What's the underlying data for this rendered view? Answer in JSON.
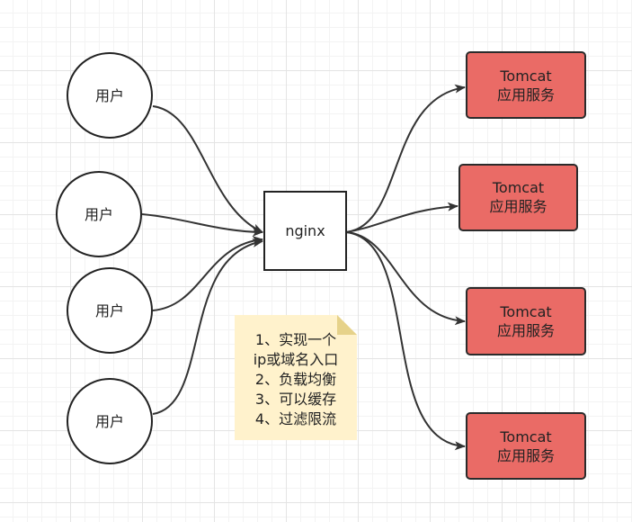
{
  "users": [
    {
      "label": "用户"
    },
    {
      "label": "用户"
    },
    {
      "label": "用户"
    },
    {
      "label": "用户"
    }
  ],
  "proxy": {
    "label": "nginx"
  },
  "servers": [
    {
      "title": "Tomcat",
      "subtitle": "应用服务"
    },
    {
      "title": "Tomcat",
      "subtitle": "应用服务"
    },
    {
      "title": "Tomcat",
      "subtitle": "应用服务"
    },
    {
      "title": "Tomcat",
      "subtitle": "应用服务"
    }
  ],
  "note": {
    "lines": [
      "1、实现一个",
      "ip或域名入口",
      "2、负载均衡",
      "3、可以缓存",
      "4、过滤限流"
    ]
  },
  "colors": {
    "server_fill": "#ea6b66",
    "server_stroke": "#2b2b2b",
    "note_fill": "#fff2cc",
    "note_fold": "#e6d28a",
    "edge": "#333333"
  }
}
